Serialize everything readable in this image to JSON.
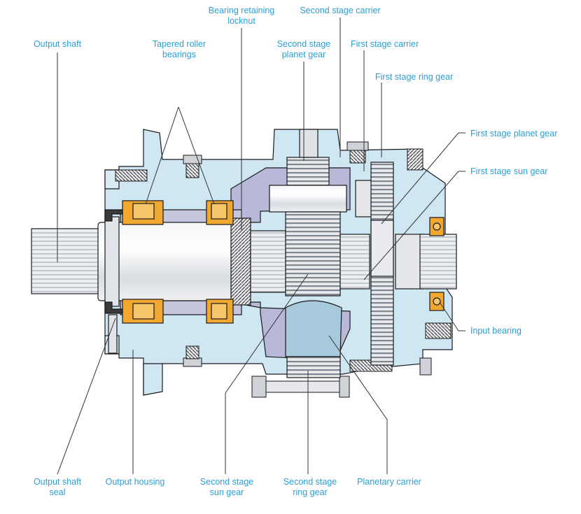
{
  "labels": {
    "output_shaft": "Output shaft",
    "tapered_roller_bearings": [
      "Tapered roller",
      "bearings"
    ],
    "bearing_retaining_locknut": [
      "Bearing retaining",
      "locknut"
    ],
    "second_stage_carrier": "Second stage carrier",
    "second_stage_planet_gear": [
      "Second stage",
      "planet gear"
    ],
    "first_stage_carrier": "First stage carrier",
    "first_stage_ring_gear": "First stage ring gear",
    "first_stage_planet_gear": "First stage planet gear",
    "first_stage_sun_gear": "First stage sun gear",
    "input_bearing": "Input bearing",
    "output_shaft_seal": [
      "Output shaft",
      "seal"
    ],
    "output_housing": "Output housing",
    "second_stage_sun_gear": [
      "Second stage",
      "sun gear"
    ],
    "second_stage_ring_gear": [
      "Second stage",
      "ring gear"
    ],
    "planetary_carrier": "Planetary carrier"
  },
  "colors": {
    "label_text": "#2a9fd6",
    "leader_line": "#333333",
    "housing_fill": "#cfe6f3",
    "carrier_fill": "#b8b8d8",
    "steel_fill": "#e4e6ea",
    "bearing_fill": "#f0a830",
    "outline": "#1a1a1a"
  }
}
